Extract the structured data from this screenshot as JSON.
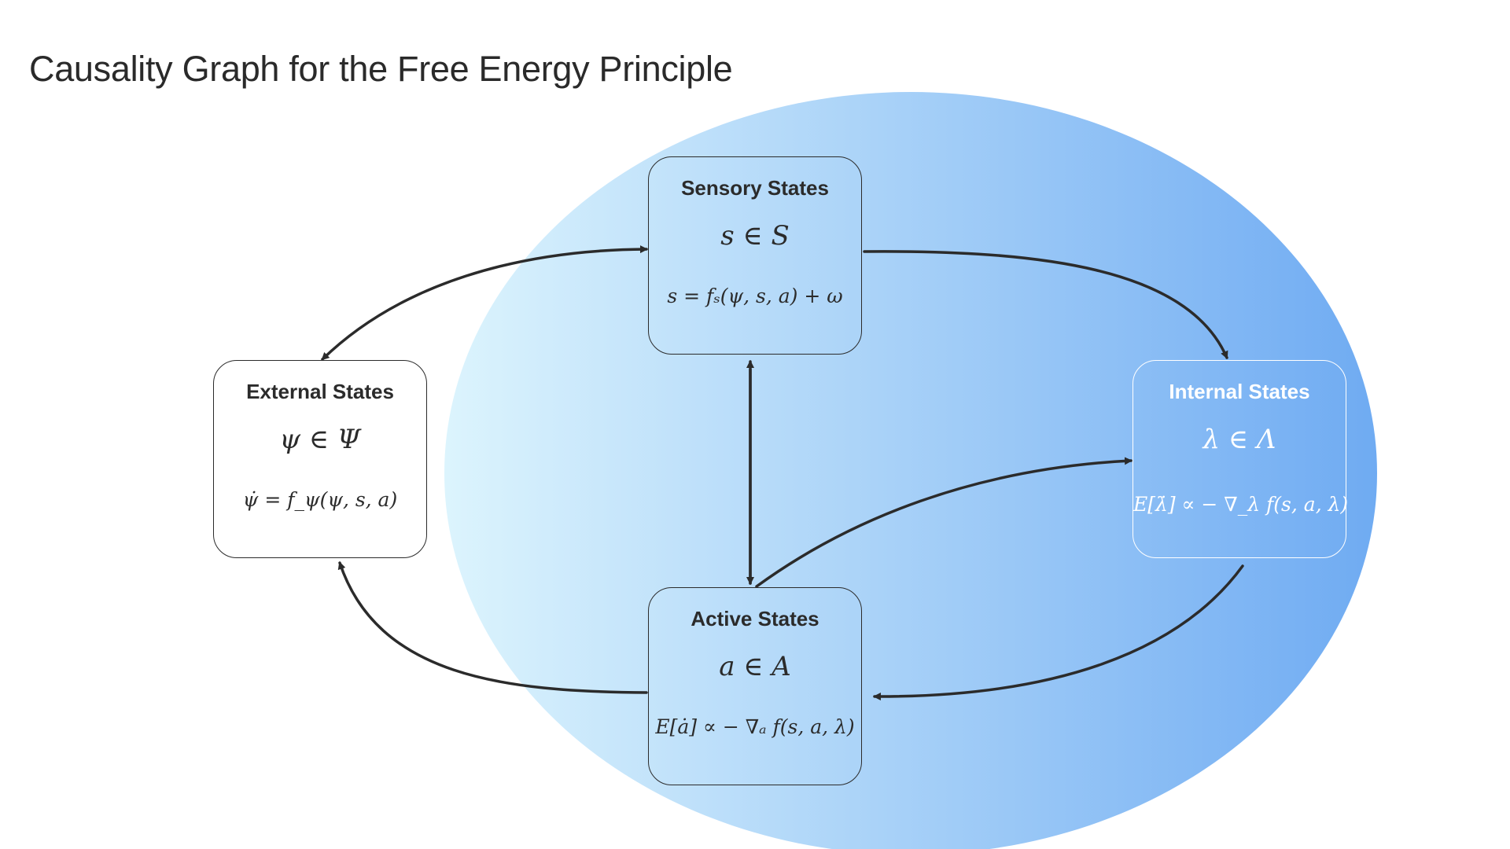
{
  "title": "Causality Graph for the Free Energy Principle",
  "colors": {
    "ellipse_gradient_start": "#dcf4fd",
    "ellipse_gradient_end": "#6fabf2",
    "stroke": "#2b2b2b",
    "internal_text": "#ffffff"
  },
  "nodes": {
    "sensory": {
      "title": "Sensory States",
      "set": "s ∈ S",
      "equation": "s = fₛ(ψ, s, a) + ω"
    },
    "external": {
      "title": "External States",
      "set": "ψ ∈ Ψ",
      "equation": "ψ̇ = f_ψ(ψ, s, a)"
    },
    "internal": {
      "title": "Internal States",
      "set": "λ ∈ Λ",
      "equation": "E[λ̇] ∝ − ∇_λ f(s, a, λ)"
    },
    "active": {
      "title": "Active States",
      "set": "a ∈ A",
      "equation": "E[ȧ] ∝ − ∇ₐ f(s, a, λ)"
    }
  },
  "edges": [
    {
      "from": "sensory",
      "to": "external"
    },
    {
      "from": "external",
      "to": "sensory"
    },
    {
      "from": "sensory",
      "to": "internal"
    },
    {
      "from": "sensory",
      "to": "active"
    },
    {
      "from": "active",
      "to": "sensory"
    },
    {
      "from": "active",
      "to": "internal"
    },
    {
      "from": "internal",
      "to": "active"
    },
    {
      "from": "active",
      "to": "external"
    }
  ]
}
